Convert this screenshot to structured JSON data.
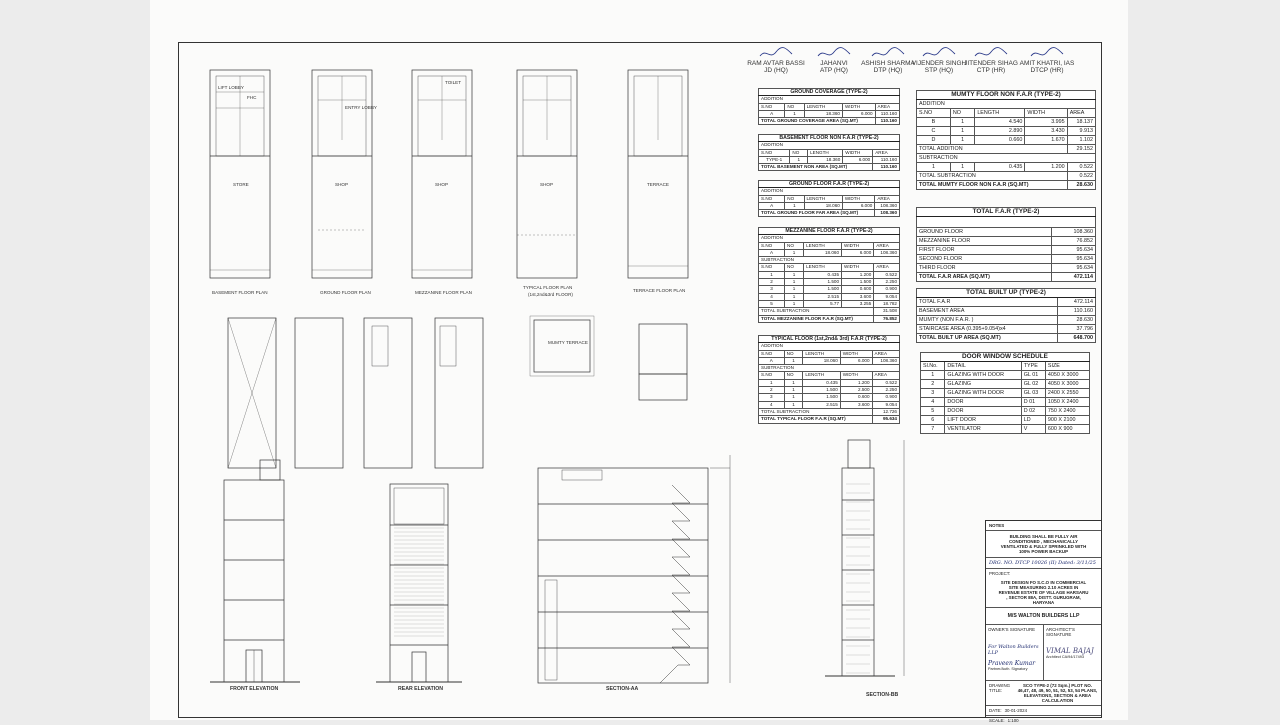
{
  "signatories": [
    {
      "name": "RAM AVTAR BASSI",
      "role": "JD (HQ)"
    },
    {
      "name": "JAHANVI",
      "role": "ATP (HQ)"
    },
    {
      "name": "ASHISH SHARMA",
      "role": "DTP (HQ)"
    },
    {
      "name": "VIJENDER SINGH",
      "role": "STP (HQ)"
    },
    {
      "name": "JITENDER SIHAG",
      "role": "CTP (HR)"
    },
    {
      "name": "AMIT KHATRI, IAS",
      "role": "DTCP (HR)"
    }
  ],
  "plans": {
    "basement": "BASEMENT FLOOR PLAN",
    "ground": "GROUND FLOOR PLAN",
    "mezzanine": "MEZZANINE FLOOR PLAN",
    "typical": "TYPICAL FLOOR PLAN",
    "typical_sub": "(1st,2nd&3rd FLOOR)",
    "terrace": "TERRACE FLOOR PLAN",
    "mumty": "MUMTY TERRACE",
    "room_labels": {
      "lift_lobby": "LIFT LOBBY",
      "fhc": "FHC",
      "toilet": "TOILET",
      "store": "STORE",
      "shop": "SHOP",
      "terrace": "TERRACE",
      "entry_lobby": "ENTRY LOBBY"
    }
  },
  "views": {
    "front_elevation": "FRONT ELEVATION",
    "rear_elevation": "REAR ELEVATION",
    "section_aa": "SECTION-AA",
    "section_bb": "SECTION-BB"
  },
  "ground_coverage": {
    "title": "GROUND COVERAGE (TYPE-2)",
    "addition": "ADDITION",
    "headers": [
      "S.NO",
      "NO",
      "LENGTH",
      "WIDTH",
      "AREA"
    ],
    "rows": [
      [
        "A",
        "1",
        "18.360",
        "6.000",
        "110.160"
      ]
    ],
    "total_label": "TOTAL GROUND COVERAGE AREA (SQ.MT)",
    "total": "110.160"
  },
  "basement_far": {
    "title": "BASEMENT FLOOR NON F.A.R (TYPE-2)",
    "addition": "ADDITION",
    "headers": [
      "S.NO",
      "NO",
      "LENGTH",
      "WIDTH",
      "AREA"
    ],
    "rows": [
      [
        "TYPE-1",
        "1",
        "18.360",
        "6.000",
        "110.160"
      ]
    ],
    "total_label": "TOTAL BASEMENT NON AREA (SQ.MT)",
    "total": "110.160"
  },
  "ground_far": {
    "title": "GROUND FLOOR F.A.R (TYPE-2)",
    "addition": "ADDITION",
    "headers": [
      "S.NO",
      "NO",
      "LENGTH",
      "WIDTH",
      "AREA"
    ],
    "rows": [
      [
        "A",
        "1",
        "18.060",
        "6.000",
        "108.360"
      ]
    ],
    "total_label": "TOTAL GROUND FLOOR FAR AREA (SQ.MT)",
    "total": "108.360"
  },
  "mezzanine_far": {
    "title": "MEZZANINE FLOOR F.A.R (TYPE-2)",
    "addition": "ADDITION",
    "subtraction": "SUBTRACTION",
    "headers": [
      "S.NO",
      "NO",
      "LENGTH",
      "WIDTH",
      "AREA"
    ],
    "add_rows": [
      [
        "A",
        "1",
        "18.060",
        "6.000",
        "108.360"
      ]
    ],
    "sub_rows": [
      [
        "1",
        "1",
        "0.435",
        "1.200",
        "0.522"
      ],
      [
        "2",
        "1",
        "1.500",
        "1.500",
        "2.250"
      ],
      [
        "3",
        "1",
        "1.500",
        "0.600",
        "0.900"
      ],
      [
        "4",
        "1",
        "2.515",
        "3.600",
        "9.054"
      ],
      [
        "5",
        "1",
        "5.77",
        "3.255",
        "18.782"
      ]
    ],
    "sub_total_label": "TOTAL SUBTRACTION",
    "sub_total": "31.508",
    "total_label": "TOTAL MEZZANINE FLOOR F.A.R (SQ.MT)",
    "total": "76.852"
  },
  "typical_far": {
    "title": "TYPICAL FLOOR (1st,2nd& 3rd) F.A.R (TYPE-2)",
    "addition": "ADDITION",
    "subtraction": "SUBTRACTION",
    "headers": [
      "S.NO",
      "NO",
      "LENGTH",
      "WIDTH",
      "AREA"
    ],
    "add_rows": [
      [
        "A",
        "1",
        "18.060",
        "6.000",
        "108.360"
      ]
    ],
    "sub_rows": [
      [
        "1",
        "1",
        "0.435",
        "1.200",
        "0.522"
      ],
      [
        "2",
        "1",
        "1.500",
        "2.500",
        "2.250"
      ],
      [
        "3",
        "1",
        "1.500",
        "0.600",
        "0.900"
      ],
      [
        "4",
        "1",
        "2.515",
        "3.600",
        "9.054"
      ]
    ],
    "sub_total_label": "TOTAL SUBTRACTION",
    "sub_total": "12.726",
    "total_label": "TOTAL TYPICAL FLOOR F.A.R (SQ.MT)",
    "total": "95.634"
  },
  "mumty_far": {
    "title": "MUMTY FLOOR NON F.A.R (TYPE-2)",
    "addition": "ADDITION",
    "subtraction": "SUBTRACTION",
    "headers": [
      "S.NO",
      "NO",
      "LENGTH",
      "WIDTH",
      "AREA"
    ],
    "add_rows": [
      [
        "B",
        "1",
        "4.540",
        "3.995",
        "18.137"
      ],
      [
        "C",
        "1",
        "2.890",
        "3.430",
        "9.913"
      ],
      [
        "D",
        "1",
        "0.660",
        "1.670",
        "1.102"
      ]
    ],
    "add_total_label": "TOTAL ADDITION",
    "add_total": "29.152",
    "sub_rows": [
      [
        "1",
        "1",
        "0.435",
        "1.200",
        "0.522"
      ]
    ],
    "sub_total_label": "TOTAL SUBTRACTION",
    "sub_total": "0.522",
    "total_label": "TOTAL MUMTY FLOOR NON F.A.R (SQ.MT)",
    "total": "28.630"
  },
  "total_far": {
    "title": "TOTAL F.A.R (TYPE-2)",
    "rows": [
      [
        "GROUND FLOOR",
        "108.360"
      ],
      [
        "MEZZANINE FLOOR",
        "76.852"
      ],
      [
        "FIRST FLOOR",
        "95.634"
      ],
      [
        "SECOND FLOOR",
        "95.634"
      ],
      [
        "THIRD FLOOR",
        "95.634"
      ]
    ],
    "total_label": "TOTAL F.A.R AREA (SQ.MT)",
    "total": "472.114"
  },
  "total_builtup": {
    "title": "TOTAL BUILT UP (TYPE-2)",
    "rows": [
      [
        "TOTAL F.A.R",
        "472.114"
      ],
      [
        "BASEMENT AREA",
        "110.160"
      ],
      [
        "MUMTY (NON F.A.R. )",
        "28.630"
      ],
      [
        "STAIRCASE AREA (0.395+9.054)x4",
        "37.796"
      ]
    ],
    "total_label": "TOTAL BUILT UP AREA (SQ.MT)",
    "total": "648.700"
  },
  "door_window": {
    "title": "DOOR WINDOW SCHEDULE",
    "headers": [
      "Sl.No.",
      "DETAIL",
      "TYPE",
      "SIZE"
    ],
    "rows": [
      [
        "1",
        "GLAZING WITH DOOR",
        "GL 01",
        "4050 X 3000"
      ],
      [
        "2",
        "GLAZING",
        "GL 02",
        "4050 X 3000"
      ],
      [
        "3",
        "GLAZING WITH DOOR",
        "GL 03",
        "2400 X 2550"
      ],
      [
        "4",
        "DOOR",
        "D 01",
        "1050 X 2400"
      ],
      [
        "5",
        "DOOR",
        "D 02",
        "750 X 2400"
      ],
      [
        "6",
        "LIFT DOOR",
        "LD",
        "900 X 2100"
      ],
      [
        "7",
        "VENTILATOR",
        "V",
        "600 X 900"
      ]
    ]
  },
  "title_block": {
    "notes_label": "NOTES",
    "note": "BUILDING SHALL BE FULLY AIR CONDITIONED , MECHANICALLY VENTILATED & FULLY SPRINKLED WITH 100% POWER BACKUP",
    "drg_no": "DRG. NO. DTCP 10026 (II)  Dated: 3/11/25",
    "project_label": "PROJECT:",
    "project": "SITE DESIGN FO S.C.O IN COMMERCIAL SITE MEASURING 2.10 ACRES IN REVENUE ESTATE OF VILLAGE HARSARU , SECTOR 88A, DISTT. GURUGRAM, HARYANA",
    "company": "M/S WALTON BUILDERS LLP",
    "owner_sig_label": "OWNER'S SIGNATURE",
    "architect_sig_label": "ARCHITECT'S SIGNATURE",
    "owner_scrawl": "For Walton Builders LLP",
    "owner_name": "Praveen Kumar",
    "owner_role": "Partner/Auth. Signatory",
    "architect_name": "VIMAL BAJAJ",
    "architect_reg": "Architect CA/94/17493",
    "drawing_title_label": "DRAWING TITLE:",
    "drawing_title": "SCO TYPE-2 (72 Sqm.) PLOT NO. 46,47, 48, 49, 50, 51, 52, 53, 54 PLANS, ELEVATIONS, SECTION & AREA CALCULATION",
    "date_label": "DATE:",
    "date": "30-01-2024",
    "scale_label": "SCALE:",
    "scale": "1:100"
  }
}
